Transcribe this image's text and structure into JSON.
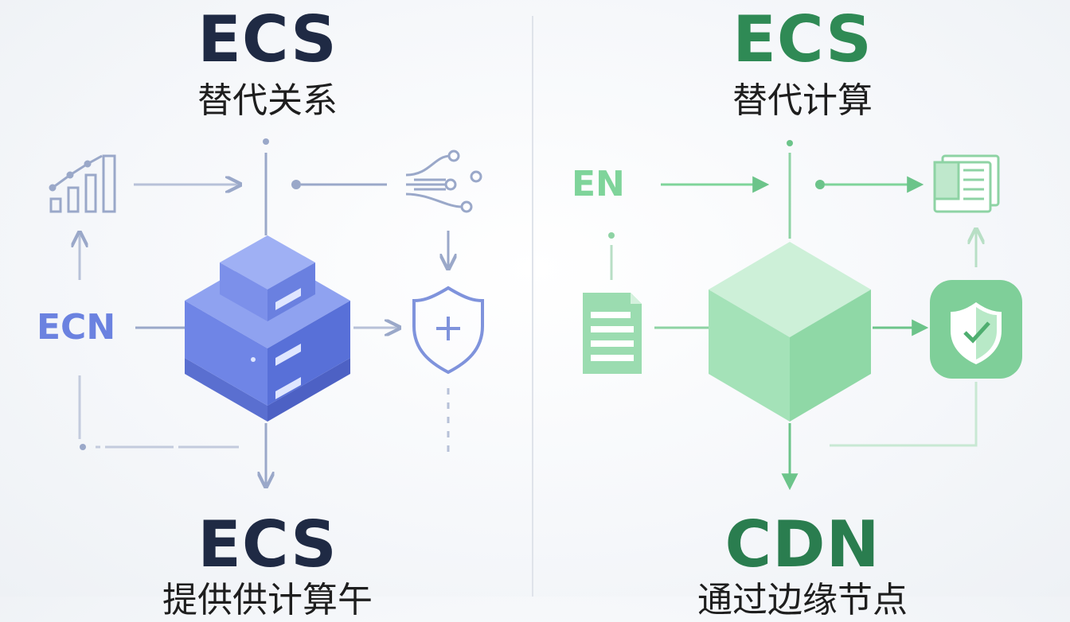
{
  "left": {
    "title": "ECS",
    "subtitle": "替代关系",
    "side_label": "ECN",
    "bottom_title": "ECS",
    "bottom_subtitle": "提供供计算午"
  },
  "right": {
    "title": "ECS",
    "subtitle": "替代计算",
    "side_label": "EN",
    "bottom_title": "CDN",
    "bottom_subtitle": "通过边缘节点"
  },
  "colors": {
    "navy": "#1f2a44",
    "blue_accent": "#6b82e0",
    "blue_line": "#9aa8c9",
    "green_title": "#2f8a55",
    "green_accent": "#7fd49a",
    "green_line": "#8ed3a4"
  },
  "icons": {
    "left": [
      "bar-chart-icon",
      "network-icon",
      "server-stack-icon",
      "shield-plus-icon"
    ],
    "right": [
      "document-icon",
      "copy-icon",
      "cube-icon",
      "shield-check-icon"
    ]
  }
}
